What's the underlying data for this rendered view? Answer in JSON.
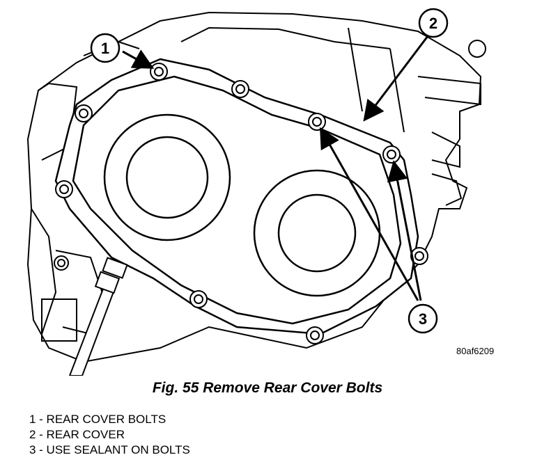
{
  "figure": {
    "callouts": [
      {
        "number": "1"
      },
      {
        "number": "2"
      },
      {
        "number": "3"
      }
    ],
    "figure_id": "80af6209"
  },
  "caption": "Fig. 55 Remove Rear Cover Bolts",
  "legend": [
    {
      "text": "1 - REAR COVER BOLTS"
    },
    {
      "text": "2 - REAR COVER"
    },
    {
      "text": "3 - USE SEALANT ON BOLTS"
    }
  ]
}
